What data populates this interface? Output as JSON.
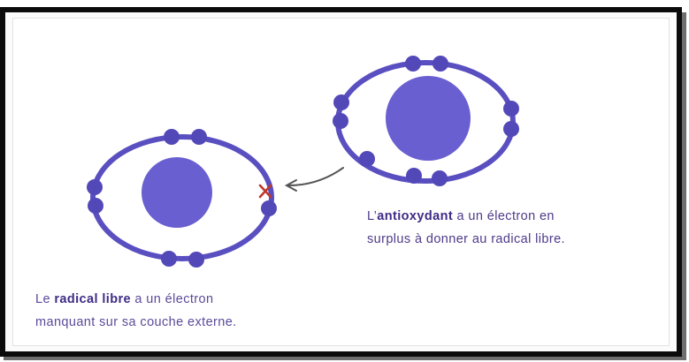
{
  "antioxidant_caption": {
    "prefix": "L’",
    "bold": "antioxydant",
    "line1_rest": " a un électron en",
    "line2": "surplus à donner au radical libre."
  },
  "radical_caption": {
    "prefix": "Le ",
    "bold": "radical libre",
    "line1_rest": " a un électron",
    "line2": "manquant sur sa couche externe."
  },
  "colors": {
    "atom": "#5a4fc0",
    "nucleus": "#6a5fd0",
    "electron": "#5348b8",
    "missing_mark": "#c0392b",
    "arrow": "#555555",
    "frame": "#0b0b0b"
  },
  "icons": {
    "missing_electron": "x-mark-icon",
    "transfer_arrow": "curved-arrow-left-icon"
  }
}
